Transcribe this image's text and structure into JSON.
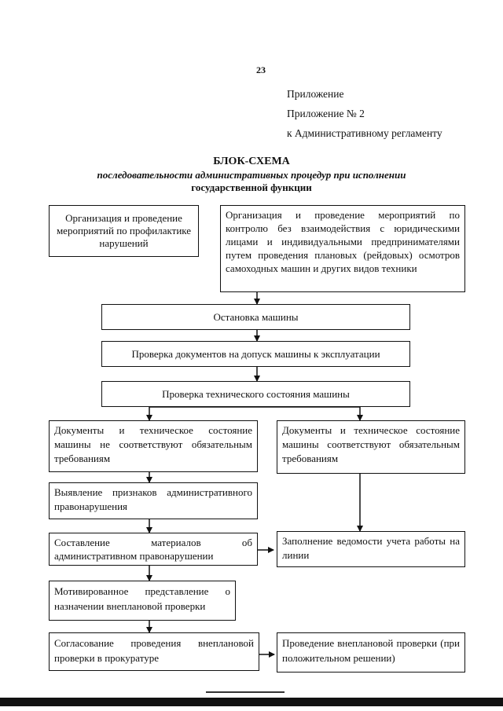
{
  "page_number": "23",
  "appendix": {
    "line1": "Приложение",
    "line2": "Приложение № 2",
    "line3": "к Административному регламенту"
  },
  "heading": {
    "title": "БЛОК-СХЕМА",
    "subtitle_line1": "последовательности административных процедур при исполнении",
    "subtitle_line2": "государственной функции"
  },
  "boxes": {
    "prevention": "Организация и проведение мероприятий по профилактике нарушений",
    "control": "Организация и проведение мероприятий по контролю без взаимодействия с юридическими лицами и индивидуальными предпринимателями путем проведения плановых (рейдовых) осмотров самоходных машин и других видов техники",
    "stop": "Остановка машины",
    "docs_check": "Проверка документов на допуск машины к эксплуатации",
    "tech_check": "Проверка технического состояния машины",
    "not_compliant": "Документы и техническое состояние машины не соответствуют обязательным требованиям",
    "compliant": "Документы и техническое состояние машины соответствуют обязательным требованиям",
    "violation_signs": "Выявление признаков административного правонарушения",
    "materials": "Составление материалов об административном правонарушении",
    "line_record": "Заполнение ведомости учета работы на линии",
    "motivated": "Мотивированное представление о назначении внеплановой проверки",
    "agreement": "Согласование проведения внеплановой проверки в прокуратуре",
    "unscheduled": "Проведение внеплановой проверки (при положительном решении)"
  }
}
